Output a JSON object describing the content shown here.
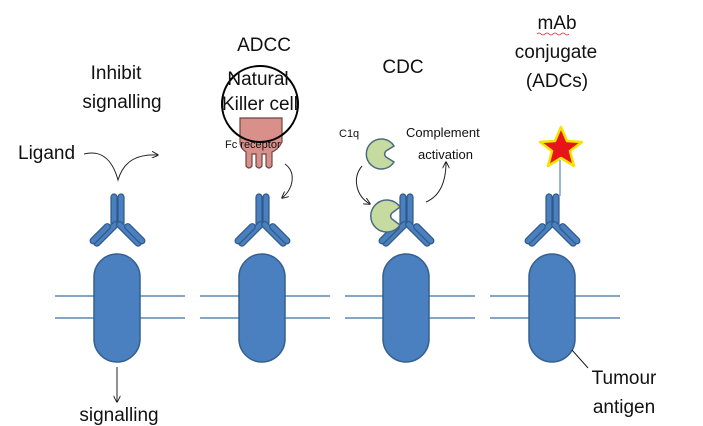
{
  "panels": {
    "inhibit": {
      "title_line1": "Inhibit",
      "title_line2": "signalling",
      "ligand_label": "Ligand",
      "bottom_label": "signalling"
    },
    "adcc": {
      "title": "ADCC",
      "cell_line1": "Natural",
      "cell_line2": "Killer cell",
      "receptor_label": "Fc receptor"
    },
    "cdc": {
      "title": "CDC",
      "c1q_label": "C1q",
      "complement_line1": "Complement",
      "complement_line2": "activation"
    },
    "adc": {
      "title_line1": "mAb",
      "title_line2": "conjugate",
      "title_line3": "(ADCs)",
      "antigen_line1": "Tumour",
      "antigen_line2": "antigen"
    }
  },
  "colors": {
    "antibody": "#4a7fc0",
    "antigen": "#4a7fc0",
    "fc_receptor": "#d98f8a",
    "c1q": "#c5dba0",
    "star_fill": "#e8141c",
    "star_outline": "#f5e400"
  },
  "icons": [
    "antibody-icon",
    "antigen-icon",
    "fc-receptor-icon",
    "c1q-icon",
    "drug-star-icon"
  ]
}
